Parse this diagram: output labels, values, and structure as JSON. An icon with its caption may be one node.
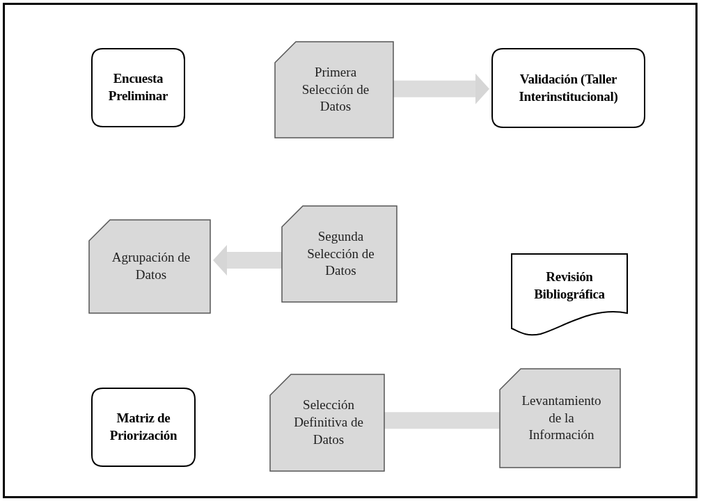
{
  "diagram": {
    "nodes": [
      {
        "text": [
          "Encuesta Preliminar"
        ]
      },
      {
        "text": [
          "Primera Selección de Datos"
        ]
      },
      {
        "text": [
          "Validación (Taller Interinstitucional)"
        ]
      },
      {
        "text": [
          "Agrupación de Datos"
        ]
      },
      {
        "text": [
          "Segunda Selección de Datos"
        ]
      },
      {
        "text": [
          "Revisión Bibliográfica"
        ]
      },
      {
        "text": [
          "Matriz de Priorización"
        ]
      },
      {
        "text": [
          "Selección Definitiva de Datos"
        ]
      },
      {
        "text": [
          "Levantamiento de la Información"
        ]
      }
    ],
    "edges": [
      {
        "from": 1,
        "to": 2,
        "arrow": "to"
      },
      {
        "from": 4,
        "to": 3,
        "arrow": "to"
      },
      {
        "from": 8,
        "to": 7,
        "arrow": "none"
      }
    ]
  }
}
